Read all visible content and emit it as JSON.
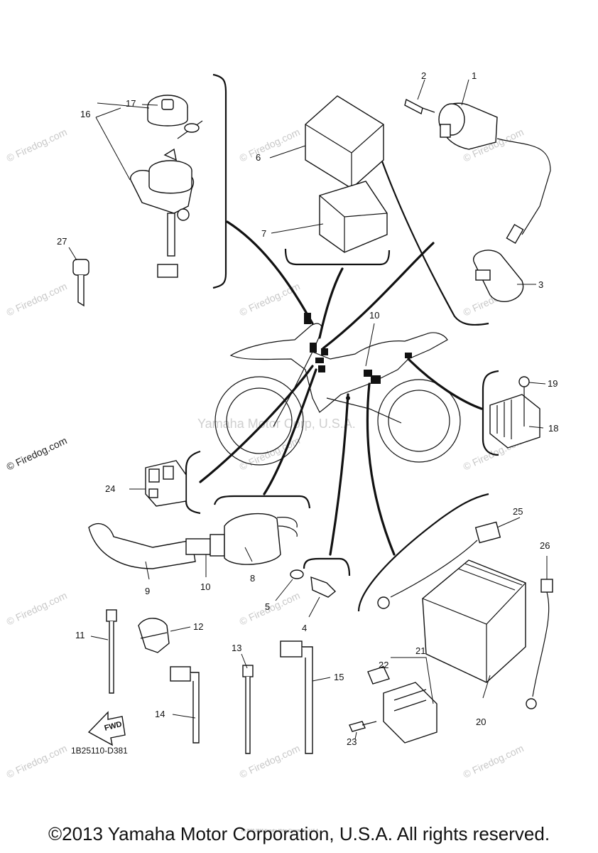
{
  "diagram": {
    "callouts": [
      "1",
      "2",
      "3",
      "4",
      "5",
      "6",
      "7",
      "8",
      "9",
      "10",
      "10",
      "11",
      "12",
      "13",
      "14",
      "15",
      "16",
      "17",
      "18",
      "19",
      "20",
      "21",
      "22",
      "23",
      "24",
      "25",
      "26",
      "27"
    ],
    "drawing_code": "1B25110-D381",
    "fwd_label": "FWD",
    "center_watermark": "Yamaha Motor Corp, U.S.A.",
    "watermark": "© Firedog.com",
    "small_print": "(c) 2000-2016 Yamaha Motor Corporation, U.S.A."
  },
  "footer": {
    "copyright": "©2013 Yamaha Motor Corporation, U.S.A. All rights reserved."
  }
}
